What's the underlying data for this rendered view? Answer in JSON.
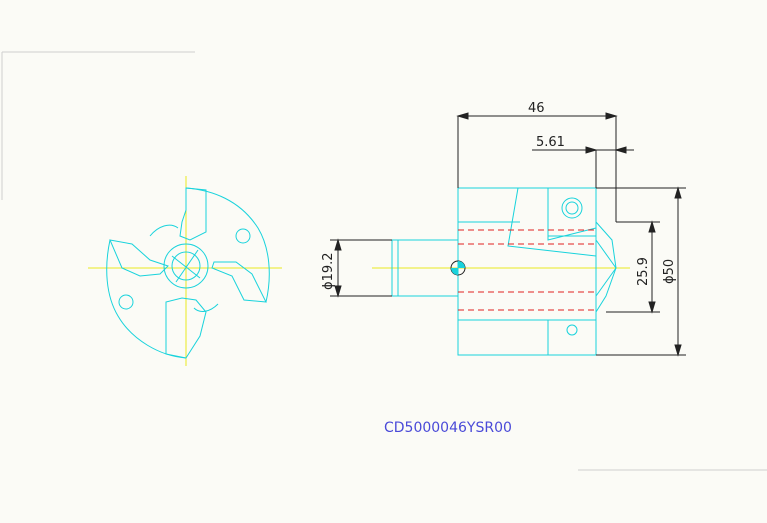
{
  "drawing": {
    "part_number": "CD5000046YSR00",
    "dimensions": {
      "overall_length": "46",
      "tip_offset": "5.61",
      "shank_diameter": "ϕ19.2",
      "cut_height": "25.9",
      "body_diameter": "ϕ50"
    },
    "colors": {
      "background": "#fbfbf6",
      "outline": "#19d3dc",
      "hidden_line": "#e02020",
      "centerline": "#e8e820",
      "dimension": "#222222",
      "label": "#4a4ad8"
    }
  }
}
